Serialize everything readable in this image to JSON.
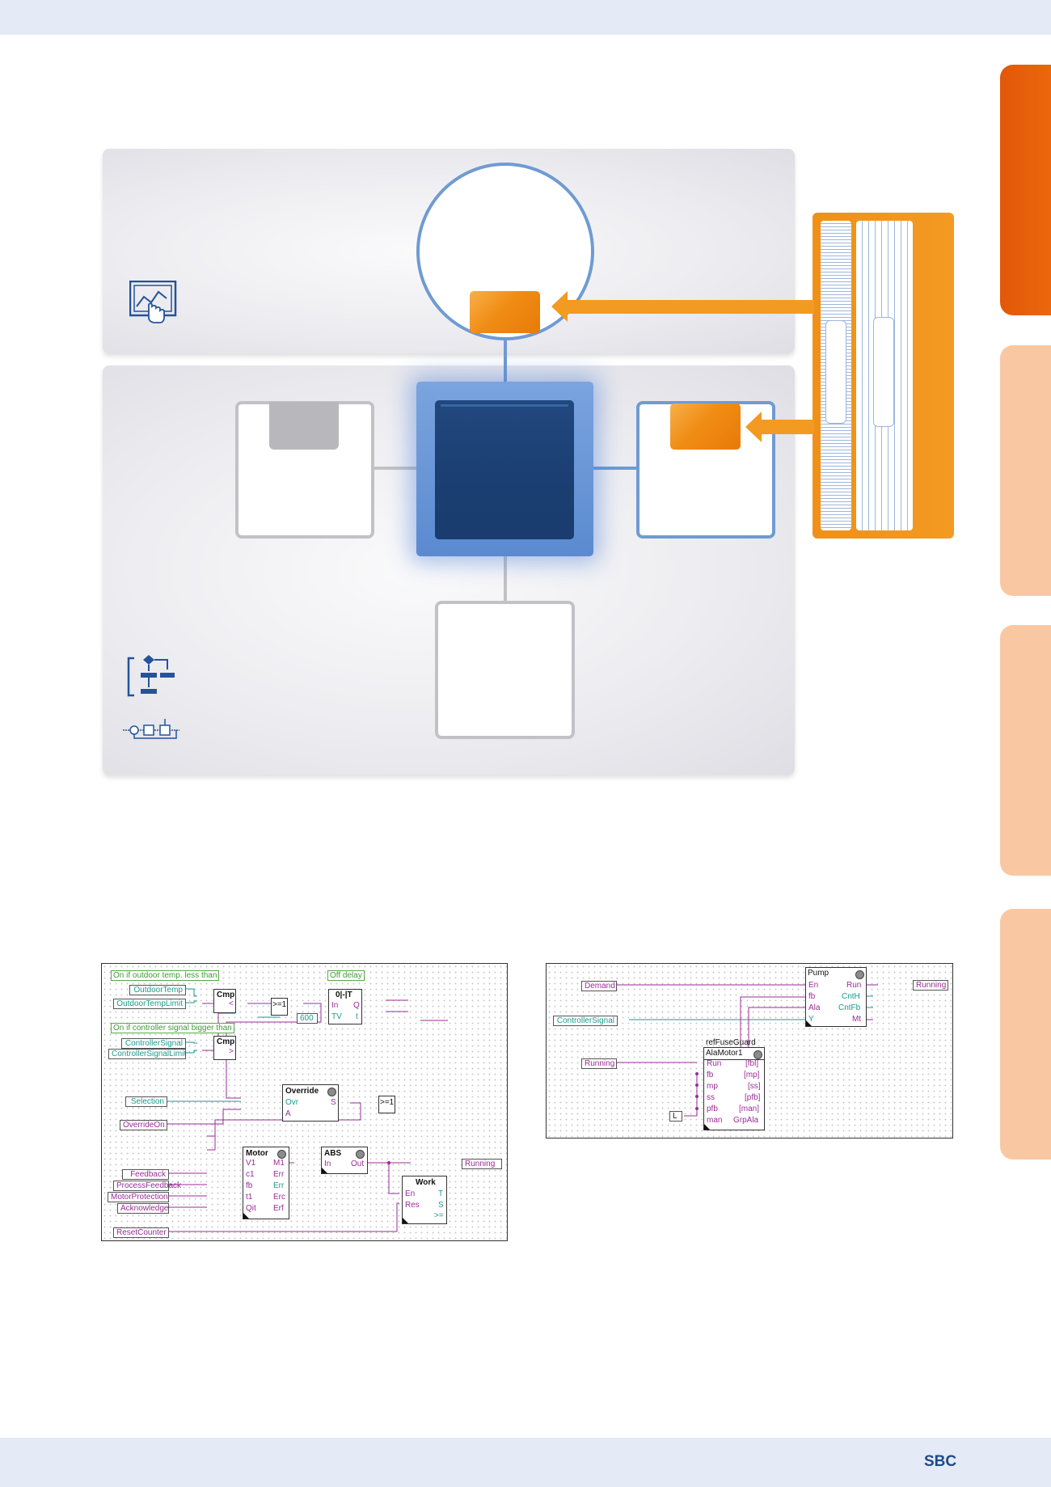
{
  "brand": {
    "logo_text": "SBC"
  },
  "colors": {
    "orange": "#f08c14",
    "blue": "#6f9bd1",
    "dark_blue": "#1d3f73",
    "grey": "#c2c2c6",
    "magenta": "#9a2c97",
    "teal": "#1c9a8c"
  },
  "icons": {
    "panel1": "touch-screen-chart-icon",
    "panel2a": "flowchart-icon",
    "panel2b": "block-diagram-icon"
  },
  "diagram_left": {
    "comments": {
      "c1": "On if outdoor temp. less than",
      "c2": "Off delay",
      "c3": "On if controller signal bigger than"
    },
    "inputs": {
      "outdoor_temp": "OutdoorTemp",
      "outdoor_temp_limit": "OutdoorTempLimit",
      "controller_signal": "ControllerSignal",
      "controller_signal_limit": "ControllerSignalLimit",
      "selection": "Selection",
      "override_on": "OverrideOn",
      "feedback": "Feedback",
      "process_feedback": "ProcessFeedback",
      "motor_protection": "MotorProtection",
      "acknowledge": "Acknowledge",
      "reset_counter": "ResetCounter",
      "const_600": "600"
    },
    "outputs": {
      "running": "Running"
    },
    "blocks": {
      "cmp1": {
        "title": "Cmp",
        "pin": "<"
      },
      "cmp2": {
        "title": "Cmp",
        "pin": ">"
      },
      "or1": {
        "title": ">=1"
      },
      "or2": {
        "title": ">=1"
      },
      "delay": {
        "title": "0|-|T",
        "pins": [
          "In",
          "TV",
          "Q",
          "t"
        ]
      },
      "override": {
        "title": "Override",
        "pins": [
          "Ovr",
          "A",
          "S"
        ]
      },
      "motor": {
        "title": "Motor",
        "pins": [
          "V1",
          "c1",
          "fb",
          "t1",
          "Qit",
          "M1",
          "Err",
          "Err",
          "Erc",
          "Erf"
        ]
      },
      "abs": {
        "title": "ABS",
        "pins": [
          "In",
          "Out"
        ]
      },
      "work": {
        "title": "Work",
        "pins": [
          "En",
          "Res",
          "T",
          "S",
          ">="
        ]
      }
    }
  },
  "diagram_right": {
    "inputs": {
      "demand": "Demand",
      "controller_signal": "ControllerSignal",
      "running": "Running",
      "const_l": "L"
    },
    "outputs": {
      "running": "Running"
    },
    "blocks": {
      "pump": {
        "title": "Pump",
        "pins": [
          "En",
          "fb",
          "Ala",
          "Y",
          "Run",
          "CntH",
          "CntFb",
          "Mt"
        ]
      },
      "alamotor": {
        "ref": "refFuseGuard",
        "title": "AlaMotor1",
        "pins": [
          "Run",
          "fb",
          "mp",
          "ss",
          "pfb",
          "man",
          "[fbl]",
          "[mp]",
          "[ss]",
          "[pfb]",
          "[man]",
          "GrpAla"
        ]
      }
    }
  }
}
